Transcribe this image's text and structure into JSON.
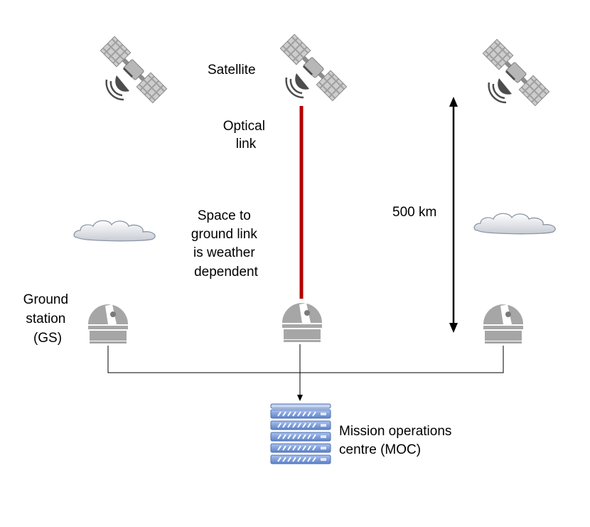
{
  "labels": {
    "satellite": "Satellite",
    "optical_link": [
      "Optical",
      "link"
    ],
    "weather_note": [
      "Space to",
      "ground link",
      "is weather",
      "dependent"
    ],
    "ground_station": [
      "Ground",
      "station",
      "(GS)"
    ],
    "distance": "500 km",
    "moc": [
      "Mission operations",
      "centre (MOC)"
    ]
  },
  "colors": {
    "optical_link": "#b40000",
    "connector": "#000000",
    "satellite_panel": "#a9a9a9",
    "dome": "#a6a6a6",
    "server": "#7f9fd9"
  },
  "icons": [
    "satellite-icon",
    "cloud-icon",
    "ground-station-dome-icon",
    "server-rack-icon"
  ]
}
